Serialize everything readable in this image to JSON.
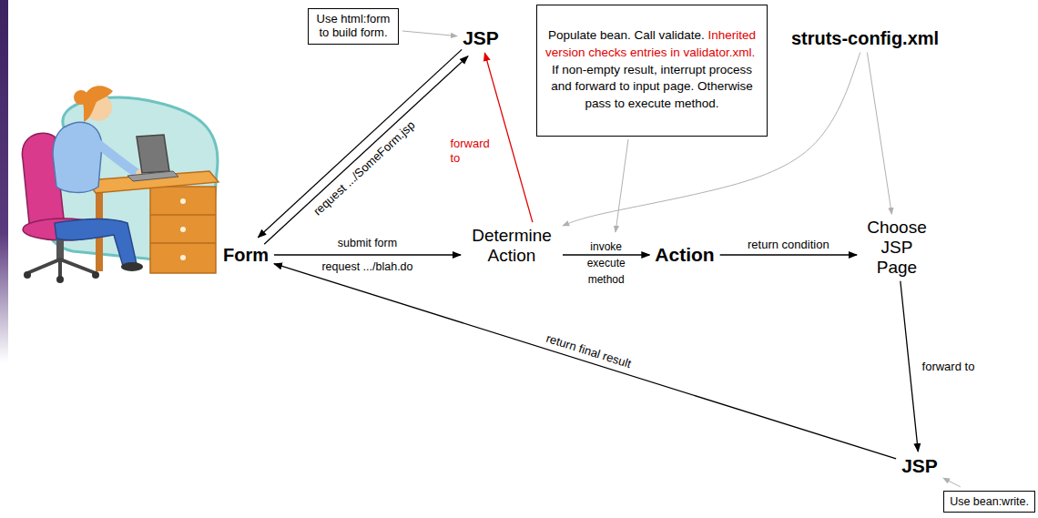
{
  "diagram": {
    "nodes": [
      {
        "text": [
          "Use html:form to build form."
        ]
      },
      {
        "text": [
          "JSP"
        ]
      },
      {
        "text": [
          "Populate bean. Call validate.",
          "Inherited version checks entries in validator.xml.",
          "If non-empty result, interrupt process and forward to input page. Otherwise pass to execute method."
        ]
      },
      {
        "text": [
          "struts-config.xml"
        ]
      },
      {
        "text": [
          "Form"
        ]
      },
      {
        "text": [
          "Determine Action"
        ]
      },
      {
        "text": [
          "Action"
        ]
      },
      {
        "text": [
          "Choose JSP Page"
        ]
      },
      {
        "text": [
          "JSP"
        ]
      },
      {
        "text": [
          "Use bean:write."
        ]
      }
    ],
    "edges": [
      {
        "from": 4,
        "to": 1,
        "arrow": "to",
        "label": "request .../SomeForm.jsp"
      },
      {
        "from": 1,
        "to": 4,
        "arrow": "to"
      },
      {
        "from": 0,
        "to": 1,
        "arrow": "to"
      },
      {
        "from": 4,
        "to": 5,
        "arrow": "to",
        "label": "submit form request .../blah.do"
      },
      {
        "from": 5,
        "to": 1,
        "arrow": "to",
        "label": "forward to"
      },
      {
        "from": 5,
        "to": 6,
        "arrow": "to",
        "label": "invoke execute method"
      },
      {
        "from": 6,
        "to": 7,
        "arrow": "to",
        "label": "return condition"
      },
      {
        "from": 3,
        "to": 5,
        "arrow": "to"
      },
      {
        "from": 3,
        "to": 7,
        "arrow": "to"
      },
      {
        "from": 7,
        "to": 8,
        "arrow": "to",
        "label": "forward to"
      },
      {
        "from": 9,
        "to": 8,
        "arrow": "to"
      },
      {
        "from": 8,
        "to": 4,
        "arrow": "to",
        "label": "return final result"
      }
    ]
  }
}
